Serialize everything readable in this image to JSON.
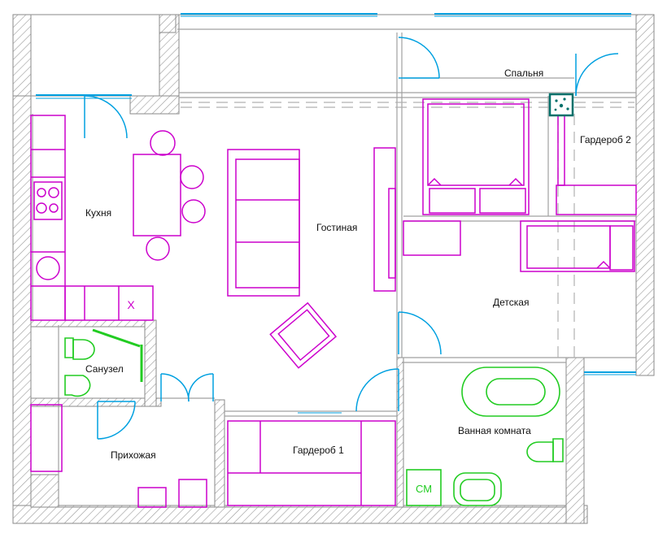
{
  "colors": {
    "wall_stroke": "#8a8a8a",
    "furniture": "#cc00cc",
    "window": "#00a0e0",
    "plumbing": "#22cc22",
    "marker": "#00706a",
    "label": "#111111"
  },
  "rooms": {
    "bedroom": "Спальня",
    "wardrobe2": "Гардероб 2",
    "kitchen": "Кухня",
    "living": "Гостиная",
    "kids": "Детская",
    "wc": "Санузел",
    "bathroom": "Ванная комната",
    "hall": "Прихожая",
    "wardrobe1": "Гардероб 1"
  },
  "appliances": {
    "washer": "СМ",
    "x_mark": "X"
  }
}
